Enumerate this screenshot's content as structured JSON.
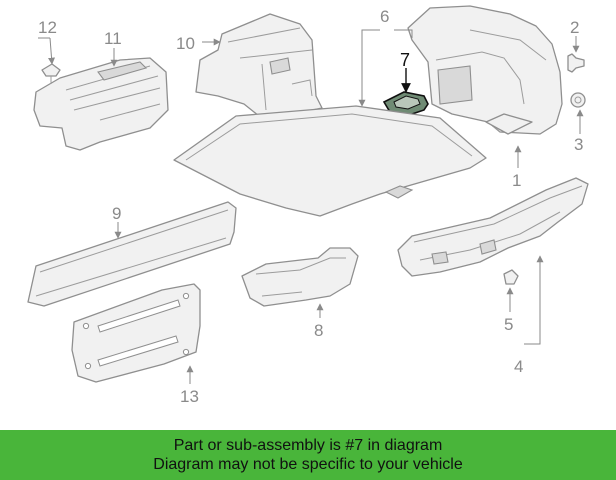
{
  "diagram": {
    "callouts": {
      "c1": "1",
      "c2": "2",
      "c3": "3",
      "c4": "4",
      "c5": "5",
      "c6": "6",
      "c7": "7",
      "c8": "8",
      "c9": "9",
      "c10": "10",
      "c11": "11",
      "c12": "12",
      "c13": "13"
    },
    "highlighted_part": "7",
    "colors": {
      "highlight": "#6f8b74",
      "line": "#8f8f8f",
      "banner": "#49b53a"
    }
  },
  "banner": {
    "line1": "Part or sub-assembly is #7 in diagram",
    "line2": "Diagram may not be specific to your vehicle"
  }
}
